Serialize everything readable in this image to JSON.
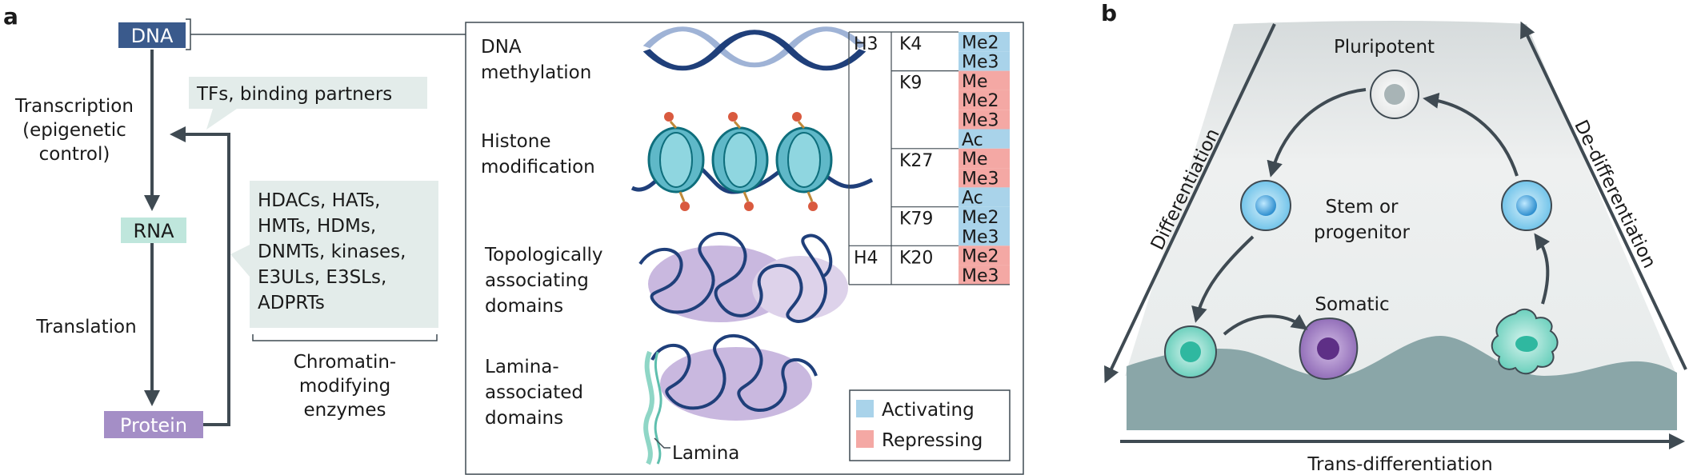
{
  "panel_a": {
    "label": "a",
    "dna": "DNA",
    "rna": "RNA",
    "protein": "Protein",
    "transcription": [
      "Transcription",
      "(epigenetic",
      "control)"
    ],
    "translation": "Translation",
    "tfs": "TFs, binding partners",
    "enzymes_list": [
      "HDACs, HATs,",
      "HMTs, HDMs,",
      "DNMTs, kinases,",
      "E3ULs, E3SLs,",
      "ADPRTs"
    ],
    "enzymes_label": [
      "Chromatin-",
      "modifying",
      "enzymes"
    ],
    "mechanisms": [
      [
        "DNA",
        "methylation"
      ],
      [
        "Histone",
        "modification"
      ],
      [
        "Topologically",
        "associating",
        "domains"
      ],
      [
        "Lamina-",
        "associated",
        "domains"
      ]
    ],
    "lamina": "Lamina",
    "histone_table": {
      "groups": [
        {
          "histone": "H3",
          "sites": [
            {
              "site": "K4",
              "marks": [
                {
                  "m": "Me2",
                  "t": "act"
                },
                {
                  "m": "Me3",
                  "t": "act"
                }
              ]
            },
            {
              "site": "K9",
              "marks": [
                {
                  "m": "Me",
                  "t": "rep"
                },
                {
                  "m": "Me2",
                  "t": "rep"
                },
                {
                  "m": "Me3",
                  "t": "rep"
                },
                {
                  "m": "Ac",
                  "t": "act"
                }
              ]
            },
            {
              "site": "K27",
              "marks": [
                {
                  "m": "Me",
                  "t": "rep"
                },
                {
                  "m": "Me3",
                  "t": "rep"
                },
                {
                  "m": "Ac",
                  "t": "act"
                }
              ]
            },
            {
              "site": "K79",
              "marks": [
                {
                  "m": "Me2",
                  "t": "act"
                },
                {
                  "m": "Me3",
                  "t": "act"
                }
              ]
            }
          ]
        },
        {
          "histone": "H4",
          "sites": [
            {
              "site": "K20",
              "marks": [
                {
                  "m": "Me2",
                  "t": "rep"
                },
                {
                  "m": "Me3",
                  "t": "rep"
                }
              ]
            }
          ]
        }
      ]
    },
    "legend": [
      {
        "label": "Activating",
        "color": "#a9d3ea"
      },
      {
        "label": "Repressing",
        "color": "#f4a8a4"
      }
    ]
  },
  "panel_b": {
    "label": "b",
    "pluripotent": "Pluripotent",
    "stem": [
      "Stem or",
      "progenitor"
    ],
    "somatic": "Somatic",
    "differentiation": "Differentiation",
    "dedifferentiation": "De-differentiation",
    "transdifferentiation": "Trans-differentiation"
  },
  "colors": {
    "dna_box": "#3a5a8c",
    "rna_box": "#bfe6dc",
    "protein_box": "#a48ec6",
    "callout": "#e3ecea",
    "activating": "#a9d3ea",
    "repressing": "#f4a8a4",
    "arrow": "#3f4a52",
    "landscape": "#e6e9ea",
    "ground": "#8aa6a8"
  }
}
